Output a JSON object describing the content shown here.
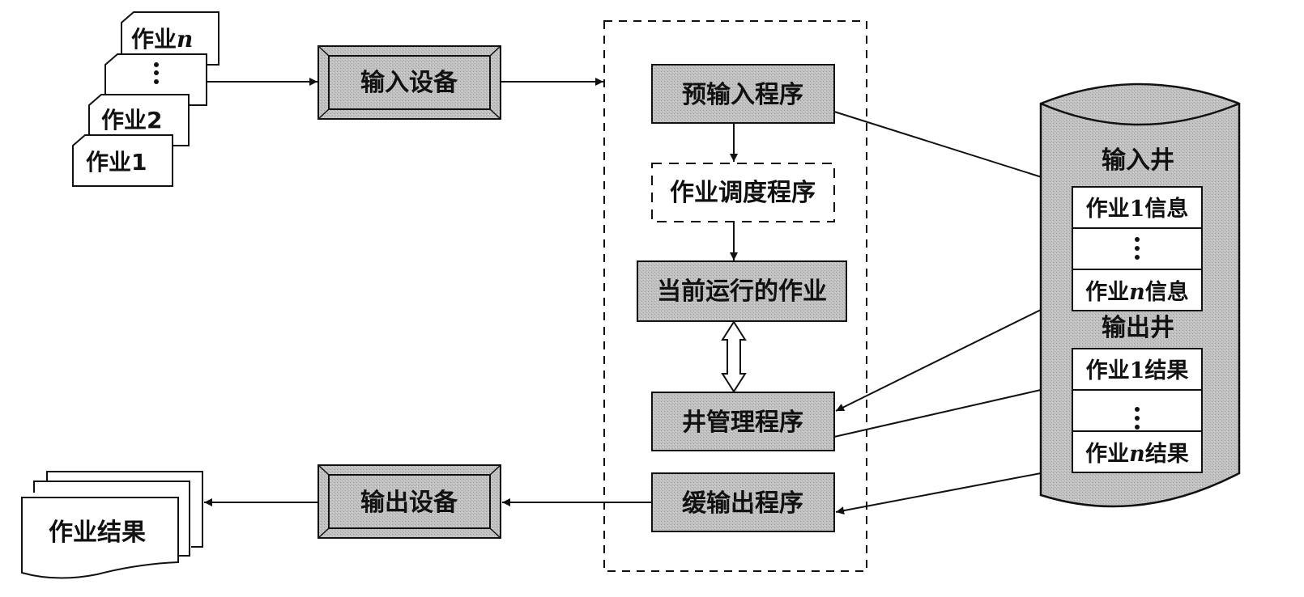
{
  "diagram": {
    "input_jobs": {
      "cards": [
        {
          "label": "作业n",
          "prefix": "作业",
          "suffix": "n"
        },
        {
          "label": "⋮",
          "prefix": "",
          "suffix": "⋮"
        },
        {
          "label": "作业2",
          "prefix": "作业",
          "suffix": "2"
        },
        {
          "label": "作业1",
          "prefix": "作业",
          "suffix": "1"
        }
      ]
    },
    "input_device": {
      "label": "输入设备"
    },
    "output_device": {
      "label": "输出设备"
    },
    "job_results": {
      "label": "作业结果"
    },
    "spooling_system": {
      "pre_input_program": {
        "label": "预输入程序"
      },
      "job_scheduler": {
        "label": "作业调度程序"
      },
      "running_job": {
        "label": "当前运行的作业"
      },
      "well_manager": {
        "label": "井管理程序"
      },
      "spool_output_program": {
        "label": "缓输出程序"
      }
    },
    "disk": {
      "input_well": {
        "title": "输入井",
        "rows": [
          {
            "prefix": "作业",
            "num": "1",
            "suffix": "信息"
          },
          {
            "prefix": "",
            "num": "⋮",
            "suffix": ""
          },
          {
            "prefix": "作业",
            "num": "n",
            "suffix": "信息"
          }
        ]
      },
      "output_well": {
        "title": "输出井",
        "rows": [
          {
            "prefix": "作业",
            "num": "1",
            "suffix": "结果"
          },
          {
            "prefix": "",
            "num": "⋮",
            "suffix": ""
          },
          {
            "prefix": "作业",
            "num": "n",
            "suffix": "结果"
          }
        ]
      }
    },
    "colors": {
      "box_fill": "#bdbdbd",
      "disk_fill": "#c4c4c4",
      "line": "#111111",
      "background": "#ffffff"
    }
  }
}
